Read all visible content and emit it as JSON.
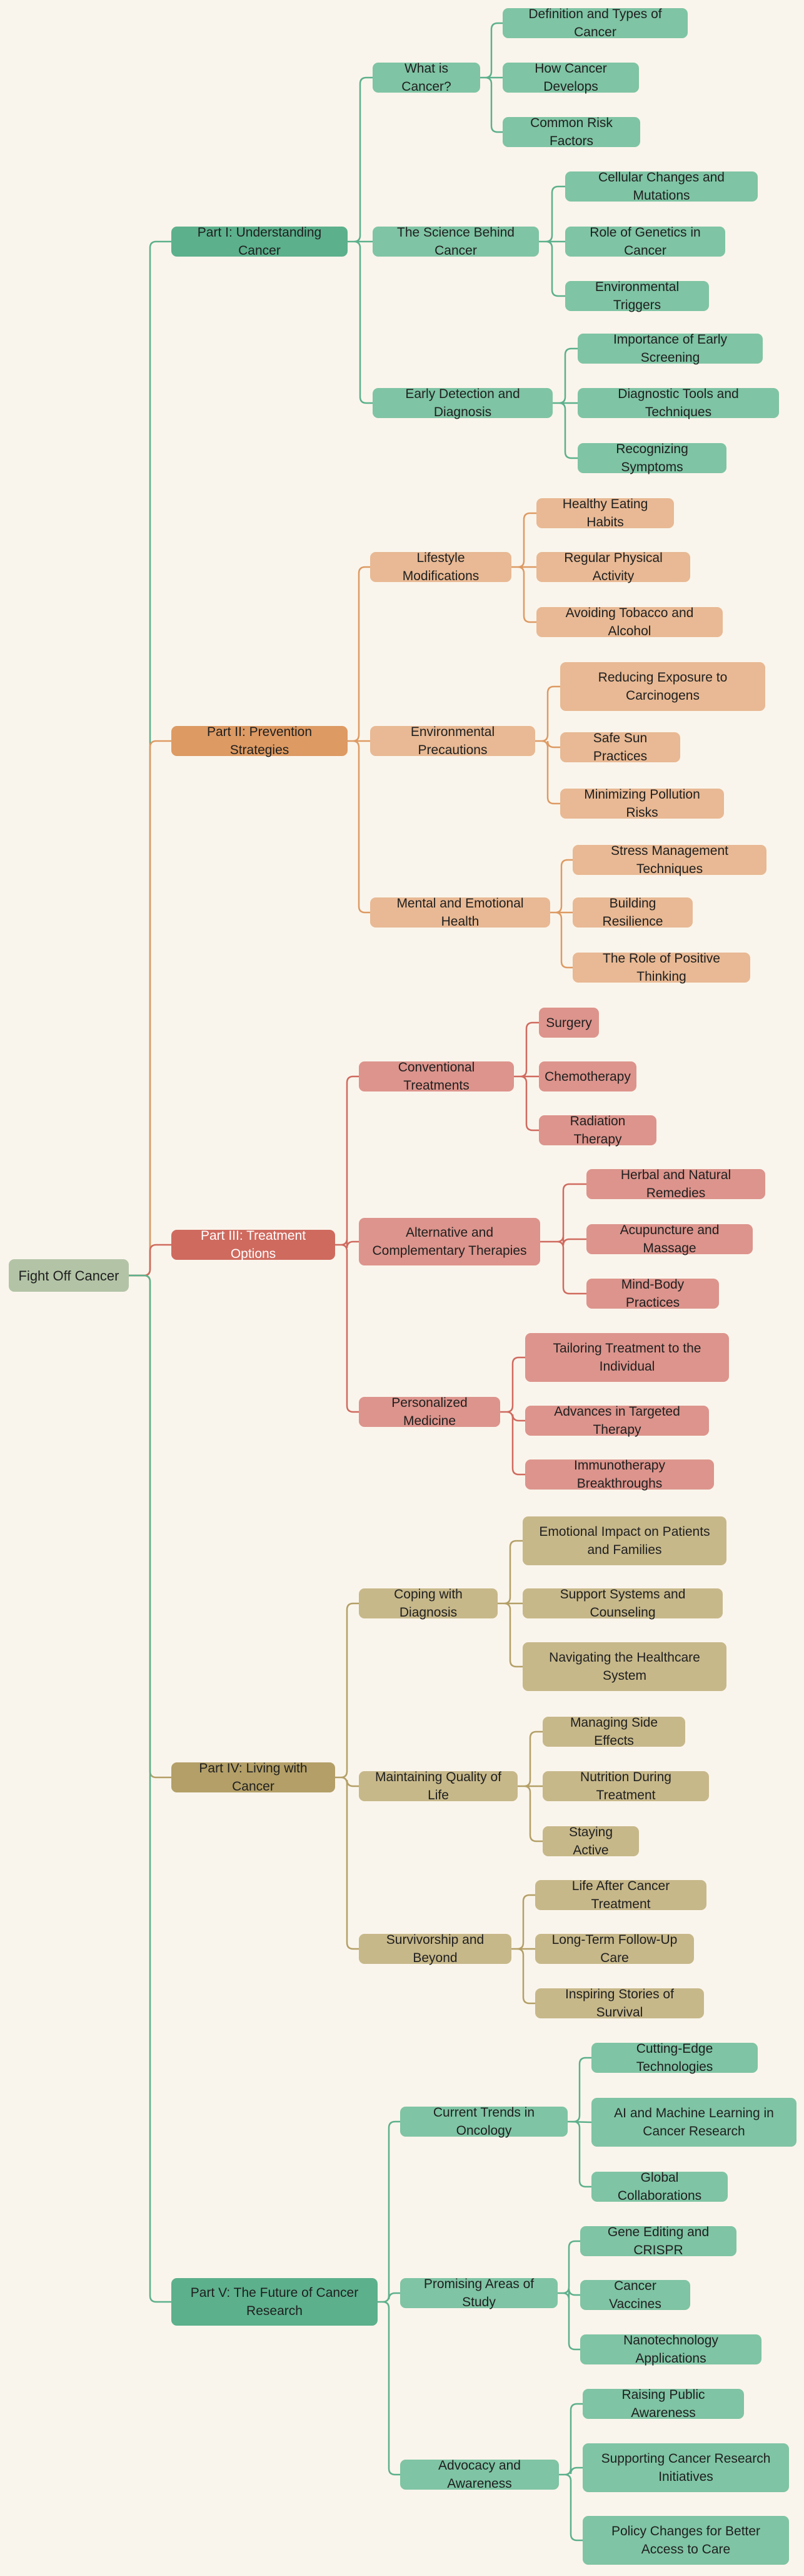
{
  "mindmap": {
    "root": {
      "label": "Fight Off Cancer",
      "color": "#b3c4a6"
    },
    "parts": [
      {
        "label": "Part I: Understanding Cancer",
        "color": "#5cb08c",
        "childColor": "#7fc4a4",
        "lineColor": "#5cb08c",
        "textColor": "#1f1f1f",
        "sections": [
          {
            "label": "What is Cancer?",
            "items": [
              "Definition and Types of Cancer",
              "How Cancer Develops",
              "Common Risk Factors"
            ]
          },
          {
            "label": "The Science Behind Cancer",
            "items": [
              "Cellular Changes and Mutations",
              "Role of Genetics in Cancer",
              "Environmental Triggers"
            ]
          },
          {
            "label": "Early Detection and Diagnosis",
            "items": [
              "Importance of Early Screening",
              "Diagnostic Tools and Techniques",
              "Recognizing Symptoms"
            ]
          }
        ]
      },
      {
        "label": "Part II: Prevention Strategies",
        "color": "#dd9a63",
        "childColor": "#e8b994",
        "lineColor": "#dd9a63",
        "textColor": "#1f1f1f",
        "sections": [
          {
            "label": "Lifestyle Modifications",
            "items": [
              "Healthy Eating Habits",
              "Regular Physical Activity",
              "Avoiding Tobacco and Alcohol"
            ]
          },
          {
            "label": "Environmental Precautions",
            "items": [
              "Reducing Exposure to Carcinogens",
              "Safe Sun Practices",
              "Minimizing Pollution Risks"
            ]
          },
          {
            "label": "Mental and Emotional Health",
            "items": [
              "Stress Management Techniques",
              "Building Resilience",
              "The Role of Positive Thinking"
            ]
          }
        ]
      },
      {
        "label": "Part III: Treatment Options",
        "color": "#cf6a5f",
        "childColor": "#dc948c",
        "lineColor": "#cf6a5f",
        "textColor": "#ffffff",
        "sections": [
          {
            "label": "Conventional Treatments",
            "items": [
              "Surgery",
              "Chemotherapy",
              "Radiation Therapy"
            ]
          },
          {
            "label": "Alternative and Complementary Therapies",
            "items": [
              "Herbal and Natural Remedies",
              "Acupuncture and Massage",
              "Mind-Body Practices"
            ]
          },
          {
            "label": "Personalized Medicine",
            "items": [
              "Tailoring Treatment to the Individual",
              "Advances in Targeted Therapy",
              "Immunotherapy Breakthroughs"
            ]
          }
        ]
      },
      {
        "label": "Part IV: Living with Cancer",
        "color": "#b39f67",
        "childColor": "#c7b88a",
        "lineColor": "#b39f67",
        "textColor": "#1f1f1f",
        "sections": [
          {
            "label": "Coping with Diagnosis",
            "items": [
              "Emotional Impact on Patients and Families",
              "Support Systems and Counseling",
              "Navigating the Healthcare System"
            ]
          },
          {
            "label": "Maintaining Quality of Life",
            "items": [
              "Managing Side Effects",
              "Nutrition During Treatment",
              "Staying Active"
            ]
          },
          {
            "label": "Survivorship and Beyond",
            "items": [
              "Life After Cancer Treatment",
              "Long-Term Follow-Up Care",
              "Inspiring Stories of Survival"
            ]
          }
        ]
      },
      {
        "label": "Part V: The Future of Cancer Research",
        "color": "#5cb08c",
        "childColor": "#7fc4a4",
        "lineColor": "#5cb08c",
        "textColor": "#1f1f1f",
        "sections": [
          {
            "label": "Current Trends in Oncology",
            "items": [
              "Cutting-Edge Technologies",
              "AI and Machine Learning in Cancer Research",
              "Global Collaborations"
            ]
          },
          {
            "label": "Promising Areas of Study",
            "items": [
              "Gene Editing and CRISPR",
              "Cancer Vaccines",
              "Nanotechnology Applications"
            ]
          },
          {
            "label": "Advocacy and Awareness",
            "items": [
              "Raising Public Awareness",
              "Supporting Cancer Research Initiatives",
              "Policy Changes for Better Access to Care"
            ]
          }
        ]
      }
    ]
  }
}
